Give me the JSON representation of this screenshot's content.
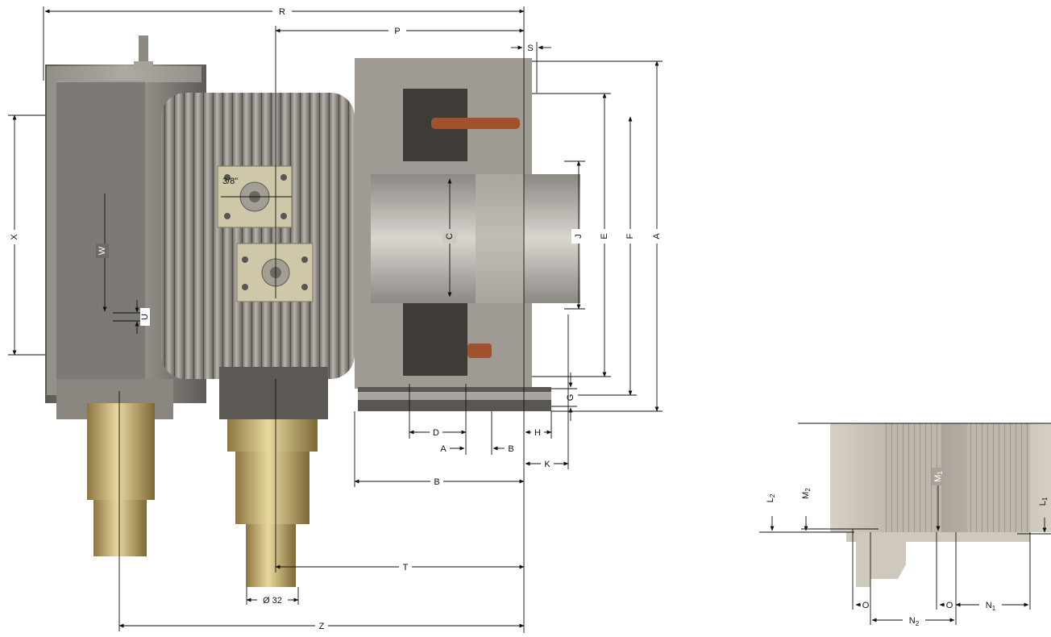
{
  "labels": {
    "R": "R",
    "P": "P",
    "S": "S",
    "X": "X",
    "W": "W",
    "U": "U",
    "fitting_size": "3/8\"",
    "C": "C",
    "J": "J",
    "E": "E",
    "F": "F",
    "A_right": "A",
    "G": "G",
    "D": "D",
    "H": "H",
    "A_small": "A",
    "B_small": "B",
    "K": "K",
    "B_large": "B",
    "T": "T",
    "diameter": "Ø 32",
    "Z": "Z",
    "L2": "L",
    "L2_sub": "2",
    "M2": "M",
    "M2_sub": "2",
    "M1": "M",
    "M1_sub": "1",
    "L1": "L",
    "L1_sub": "1",
    "O_left": "O",
    "O_right": "O",
    "N2": "N",
    "N2_sub": "2",
    "N1": "N",
    "N1_sub": "1"
  },
  "colors": {
    "metal_dark": "#6e6a66",
    "metal_mid": "#9a9590",
    "metal_light": "#c9c4bc",
    "brass": "#c9b27a",
    "brass_dark": "#8a7440",
    "copper": "#a0522d",
    "panel": "#cfc8a8",
    "detail_bg": "#bfb8aa"
  }
}
